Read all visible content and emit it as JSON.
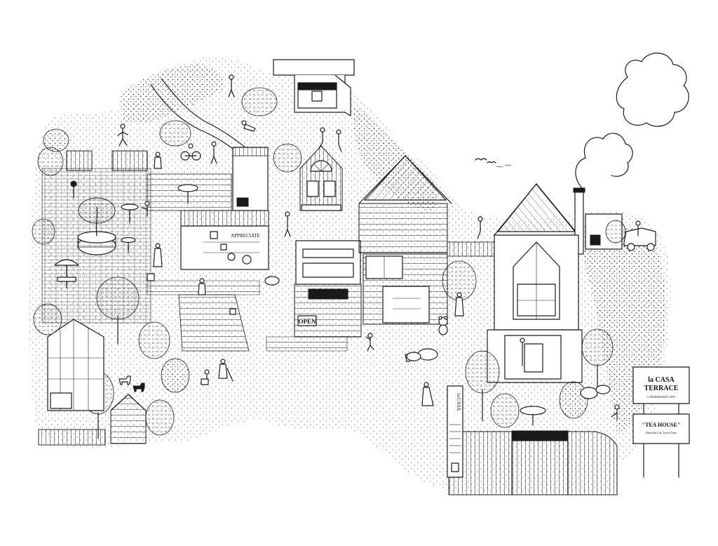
{
  "signs": {
    "casa_terrace": {
      "line1": "la CASA",
      "line2": "TERRACE",
      "tagline": "CONSIDERABLE LIFE"
    },
    "tea_house": {
      "name": "\"TEA HOUSE\"",
      "tagline": "Beautiful Life, Joyful Time"
    },
    "vertical_sign": "la CASA",
    "shop_sign": "APPRECIATE",
    "open_sign": "OPEN"
  },
  "colors": {
    "ink": "#1a1a1a",
    "paper": "#ffffff"
  }
}
